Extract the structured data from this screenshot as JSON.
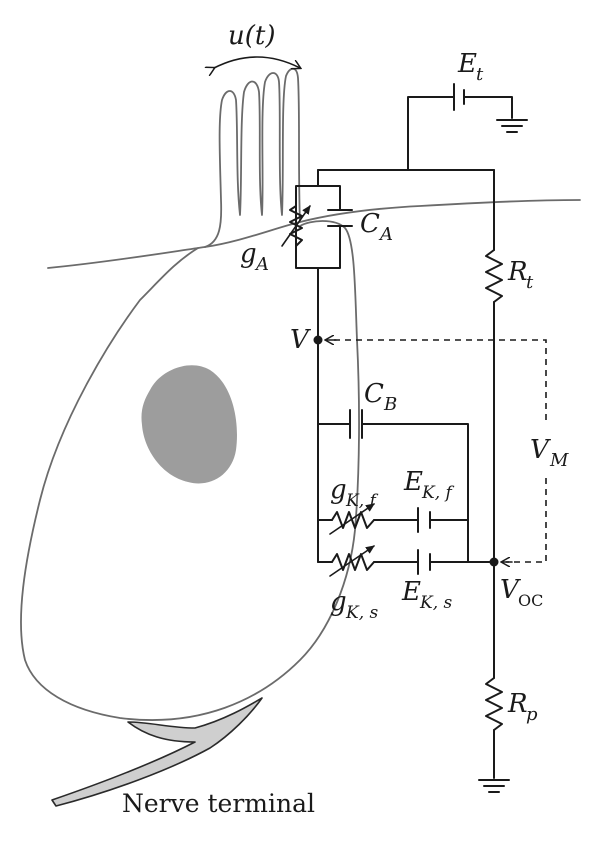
{
  "colors": {
    "membrane": "#6b6b6b",
    "nucleus": "#9d9d9d",
    "nerve_terminal": "#cfcfcf",
    "wire": "#1a1a1a"
  },
  "labels": {
    "stimulus": "u(t)",
    "battery_main": "E",
    "battery_main_sub": "t",
    "cap_apical": "C",
    "cap_apical_sub": "A",
    "cond_apical": "g",
    "cond_apical_sub": "A",
    "res_t": "R",
    "res_t_sub": "t",
    "node_v": "V",
    "cap_basal": "C",
    "cap_basal_sub": "B",
    "vm": "V",
    "vm_sub": "M",
    "gkf": "g",
    "gkf_sub": "K, f",
    "ekf": "E",
    "ekf_sub": "K, f",
    "gks": "g",
    "gks_sub": "K, s",
    "eks": "E",
    "eks_sub": "K, s",
    "voc": "V",
    "voc_sub": "OC",
    "res_p": "R",
    "res_p_sub": "p",
    "nerve": "Nerve terminal"
  }
}
